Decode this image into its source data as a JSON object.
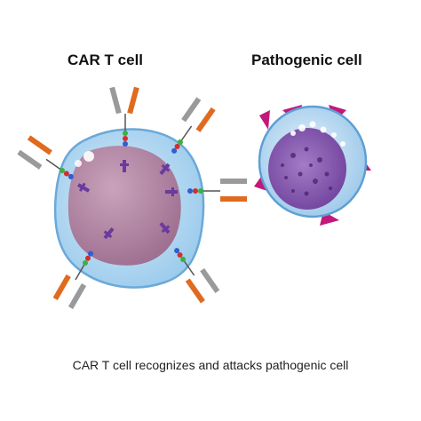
{
  "labels": {
    "car_t_cell": "CAR T cell",
    "pathogenic_cell": "Pathogenic cell",
    "caption": "CAR T cell recognizes and attacks pathogenic cell"
  },
  "colors": {
    "car_cytoplasm": "#bfe0f5",
    "car_membrane": "#7fbde6",
    "car_nucleus": "#b58aa6",
    "pathogen_body": "#8a5fb3",
    "pathogen_membrane": "#6fb0e0",
    "pathogen_spikes": "#c2187a",
    "receptor_orange": "#e06a1f",
    "receptor_grey": "#9a9a9a",
    "signal_purple": "#6a3aa0"
  }
}
